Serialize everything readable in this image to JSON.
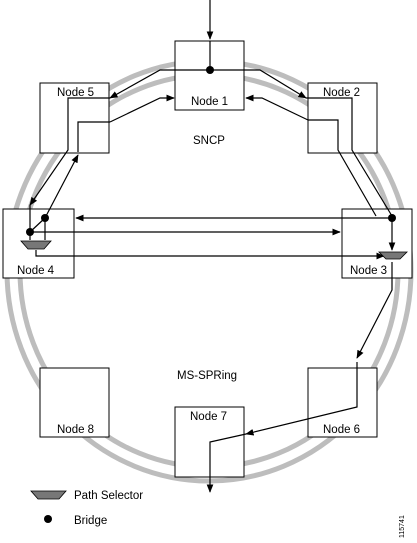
{
  "nodes": [
    {
      "id": "node-1",
      "label": "Node 1"
    },
    {
      "id": "node-2",
      "label": "Node 2"
    },
    {
      "id": "node-3",
      "label": "Node 3"
    },
    {
      "id": "node-4",
      "label": "Node 4"
    },
    {
      "id": "node-5",
      "label": "Node 5"
    },
    {
      "id": "node-6",
      "label": "Node 6"
    },
    {
      "id": "node-7",
      "label": "Node 7"
    },
    {
      "id": "node-8",
      "label": "Node 8"
    }
  ],
  "rings": {
    "upper": "SNCP",
    "lower": "MS-SPRing"
  },
  "legend": {
    "path_selector": "Path Selector",
    "bridge": "Bridge"
  },
  "figure_id": "115741",
  "colors": {
    "ring": "#bdbdbd",
    "line": "#000000",
    "selector": "#777777"
  }
}
